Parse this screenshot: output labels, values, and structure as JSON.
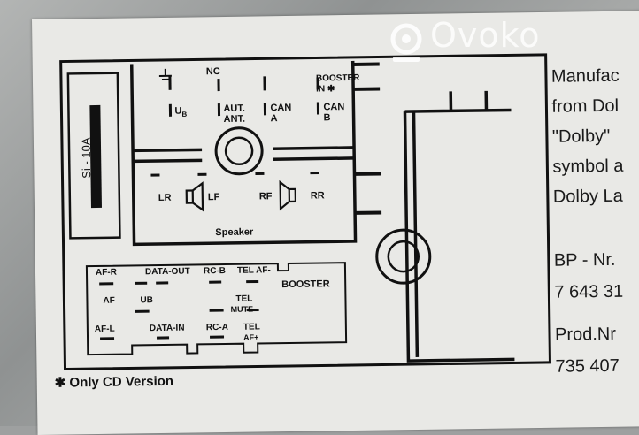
{
  "watermark": {
    "text": "Ovoko"
  },
  "fuse": {
    "label": "Si - 10A"
  },
  "top_block": {
    "labels": {
      "nc": "NC",
      "ub": "U",
      "ub_sub": "B",
      "aut": "AUT.",
      "ant": "ANT.",
      "can_a_1": "CAN",
      "can_a_2": "A",
      "can_b_1": "CAN",
      "can_b_2": "B",
      "booster": "BOOSTER",
      "booster_in": "IN ✱",
      "lr": "LR",
      "lf": "LF",
      "rf": "RF",
      "rr": "RR",
      "speaker": "Speaker"
    }
  },
  "bottom_block": {
    "labels": {
      "af_r": "AF-R",
      "data_out": "DATA-OUT",
      "rc_b": "RC-B",
      "tel_af_minus": "TEL AF-",
      "booster": "BOOSTER",
      "af_gnd": "AF",
      "ub_plus": "UB",
      "tel_mute_1": "TEL",
      "tel_mute_2": "MUTE",
      "af_l": "AF-L",
      "data_in": "DATA-IN",
      "rc_a": "RC-A",
      "tel_af_plus_1": "TEL",
      "tel_af_plus_2": "AF+"
    }
  },
  "footnote": "✱ Only CD Version",
  "right_text": {
    "lines": [
      "Manufac",
      "from Dol",
      "\"Dolby\"",
      "symbol a",
      "Dolby La"
    ],
    "bp": "BP - Nr.",
    "bp_num": "7 643 31",
    "prod": "Prod.Nr",
    "prod_num": "735 407"
  }
}
